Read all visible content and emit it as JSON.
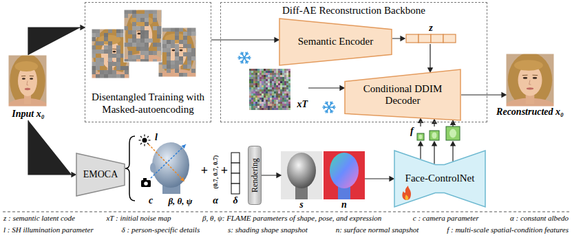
{
  "diagram": {
    "nodes": [
      {
        "text": [
          "Input x₀"
        ]
      },
      {
        "text": [
          "Disentangled Training with Masked-autoencoding"
        ]
      },
      {
        "text": [
          "Diff-AE Reconstruction Backbone"
        ]
      },
      {
        "text": [
          "Semantic Encoder"
        ],
        "in": 2
      },
      {
        "text": [
          "z"
        ],
        "in": 2
      },
      {
        "text": [
          "xT"
        ],
        "in": 2
      },
      {
        "text": [
          "Conditional DDIM Decoder"
        ],
        "in": 2
      },
      {
        "text": [
          "Reconstructed x₀"
        ]
      },
      {
        "text": [
          "EMOCA"
        ]
      },
      {
        "text": [
          "Rendering"
        ]
      },
      {
        "text": [
          "s"
        ]
      },
      {
        "text": [
          "n"
        ]
      },
      {
        "text": [
          "Face-ControlNet"
        ]
      },
      {
        "text": [
          "f"
        ]
      }
    ],
    "edges": [
      {
        "from": 0,
        "to": 1,
        "arrow": "to"
      },
      {
        "from": 0,
        "to": 8,
        "arrow": "to"
      },
      {
        "from": 1,
        "to": 3,
        "arrow": "to"
      },
      {
        "from": 3,
        "to": 4,
        "arrow": "to"
      },
      {
        "from": 4,
        "to": 6,
        "arrow": "to"
      },
      {
        "from": 5,
        "to": 6,
        "arrow": "to"
      },
      {
        "from": 6,
        "to": 7,
        "arrow": "to"
      },
      {
        "from": 9,
        "to": 10,
        "arrow": "to"
      },
      {
        "from": 11,
        "to": 12,
        "arrow": "to"
      },
      {
        "from": 12,
        "to": 13,
        "arrow": "to"
      },
      {
        "from": 13,
        "to": 6,
        "arrow": "to"
      }
    ],
    "labels": [
      "l",
      "c",
      "β, θ, ψ",
      "+",
      "(0.7, 0.7, 0.7)",
      "α",
      "+",
      "δ",
      "z : semantic latent code",
      "xT : initial noise map",
      "β, θ, ψ: FLAME parameters of shape, pose, and expression",
      "c : camera parameter",
      "α : constant albedo",
      "l : SH illumination parameter",
      "δ : person-specific details",
      "s: shading shape snapshot",
      "n: surface normal snapshot",
      "f : multi-scale spatial-condition features"
    ]
  }
}
